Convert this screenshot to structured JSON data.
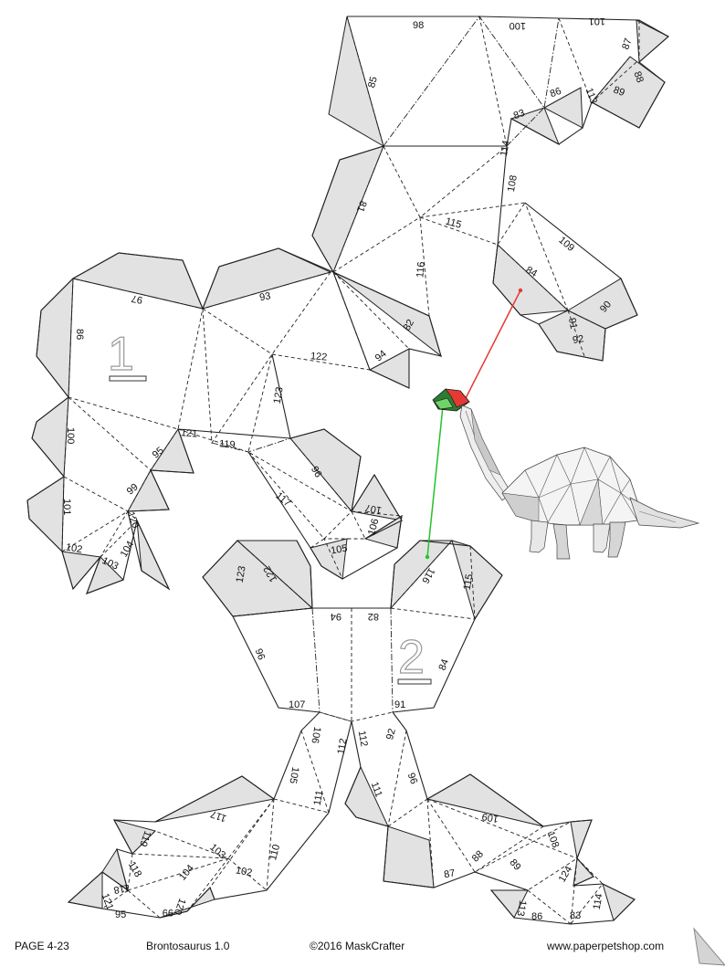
{
  "footer": {
    "page": "PAGE 4-23",
    "model": "Brontosaurus 1.0",
    "copyright": "©2016 MaskCrafter",
    "website": "www.paperpetshop.com"
  },
  "part_numbers": [
    "1",
    "2"
  ],
  "edge_labels": [
    "98",
    "100",
    "101",
    "87",
    "88",
    "89",
    "113",
    "86",
    "83",
    "85",
    "114",
    "108",
    "81",
    "115",
    "116",
    "109",
    "84",
    "90",
    "91",
    "92",
    "93",
    "97",
    "86",
    "82",
    "94",
    "122",
    "123",
    "121",
    "119",
    "95",
    "99",
    "120",
    "104",
    "103",
    "102",
    "100",
    "101",
    "96",
    "117",
    "107",
    "106",
    "105",
    "123",
    "122",
    "94",
    "82",
    "116",
    "115",
    "96",
    "84",
    "107",
    "91",
    "106",
    "112",
    "112",
    "92",
    "105",
    "111",
    "96",
    "111",
    "110",
    "117",
    "103",
    "102",
    "104",
    "119",
    "118",
    "121",
    "118",
    "95",
    "99",
    "120",
    "109",
    "108",
    "88",
    "87",
    "89",
    "124",
    "113",
    "86",
    "83",
    "114"
  ],
  "colors": {
    "fill": "#e2e2e2",
    "line": "#222222",
    "pointer_red": "#e53935",
    "pointer_green": "#22c32a"
  }
}
